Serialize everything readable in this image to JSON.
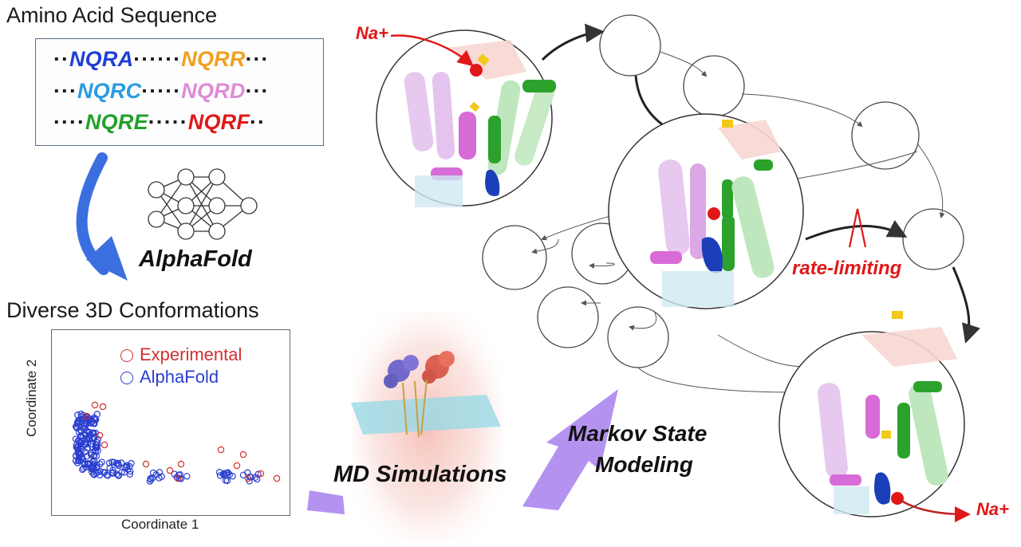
{
  "headings": {
    "sequence": "Amino Acid Sequence",
    "conformations": "Diverse 3D Conformations"
  },
  "sequences": {
    "row1": [
      "NQRA",
      "NQRR"
    ],
    "row2": [
      "NQRC",
      "NQRD"
    ],
    "row3": [
      "NQRE",
      "NQRF"
    ]
  },
  "alphafold_label": "AlphaFold",
  "plot": {
    "legend_experimental": "Experimental",
    "legend_alphafold": "AlphaFold",
    "xlabel": "Coordinate 1",
    "ylabel": "Coordinate 2"
  },
  "labels": {
    "md": "MD Simulations",
    "msm_line1": "Markov State",
    "msm_line2": "Modeling",
    "rate": "rate-limiting",
    "na_in": "Na+",
    "na_out": "Na+"
  },
  "colors": {
    "nqra": "#1f3fd6",
    "nqrr": "#f0a020",
    "nqrc": "#2a9be0",
    "nqrd": "#e08ad8",
    "nqre": "#22a02a",
    "nqrf": "#e01818",
    "experimental": "#d23030",
    "alphafold": "#2a3fd0",
    "arrow_blue": "#3b6fe0",
    "arrow_purple": "#b493f0",
    "red_text": "#e01818"
  }
}
